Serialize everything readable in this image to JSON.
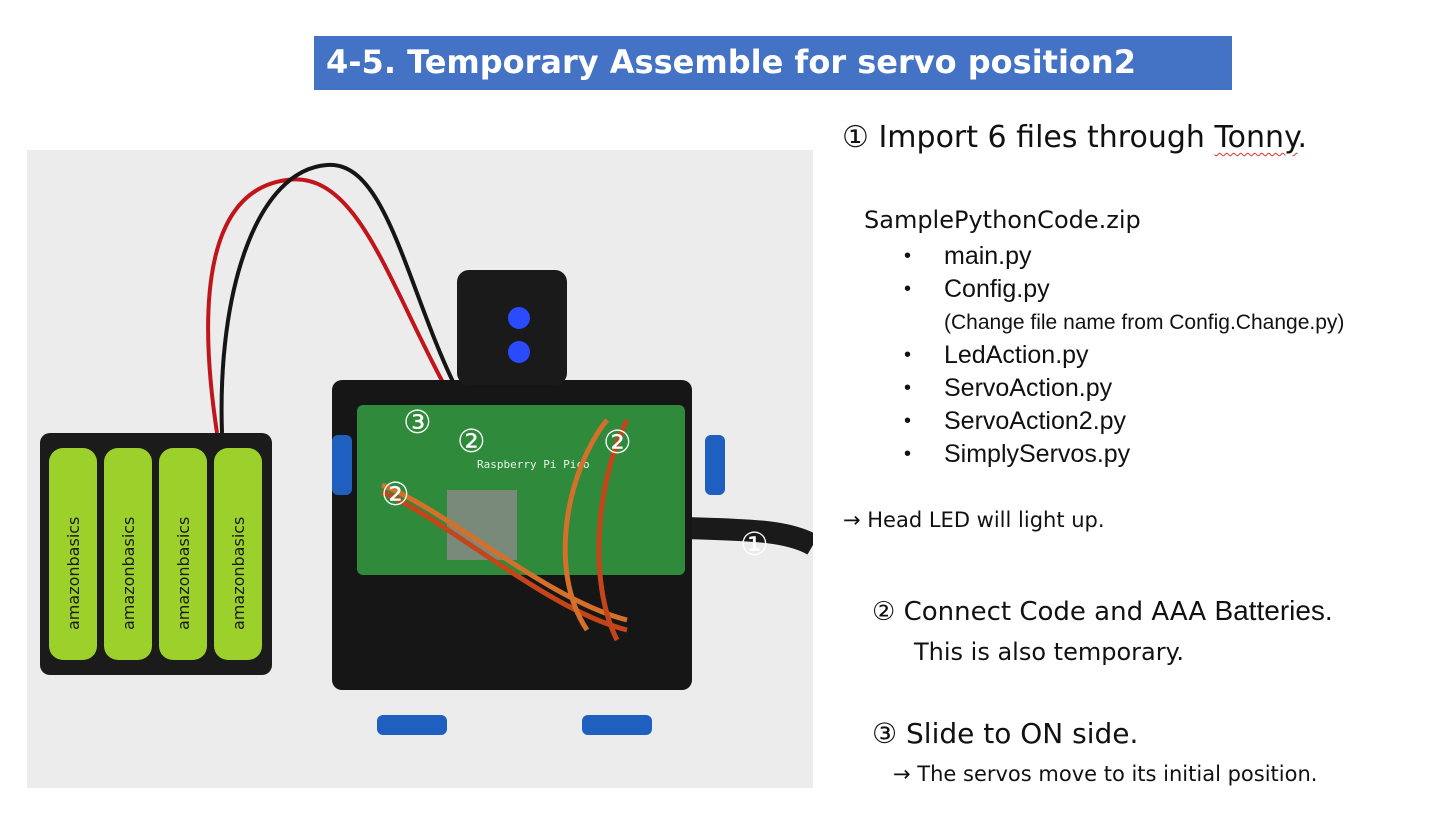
{
  "title": "4-5. Temporary Assemble for servo position2",
  "photo": {
    "markers": [
      "①",
      "②",
      "②",
      "③"
    ],
    "battery_brand": "amazonbasics",
    "battery_type": "AAA",
    "board_label": "Raspberry Pi Pico"
  },
  "step1": {
    "marker": "①",
    "text_before": "Import 6 files through ",
    "tool": "Tonny",
    "text_after": "."
  },
  "archive": "SamplePythonCode.zip",
  "files": [
    {
      "name": "main.py"
    },
    {
      "name": "Config.py"
    },
    {
      "note": "(Change file name from Config.Change.py)"
    },
    {
      "name": "LedAction.py"
    },
    {
      "name": "ServoAction.py"
    },
    {
      "name": "ServoAction2.py"
    },
    {
      "name": "SimplyServos.py"
    }
  ],
  "bullet": "•",
  "result1": "→ Head LED will light up.",
  "step2": {
    "marker": "②",
    "text": "Connect Code and AAA ",
    "emphasis": "Batteries.",
    "line2": "This is also temporary."
  },
  "step3": {
    "marker": "③",
    "text": "Slide to ON side."
  },
  "result3": "→ The servos move to its initial position.",
  "colors": {
    "title_bg": "#4472c4",
    "title_text": "#ffffff",
    "battery": "#9bd12a",
    "pcb": "#2f8a3c",
    "led": "#2a4bff"
  }
}
